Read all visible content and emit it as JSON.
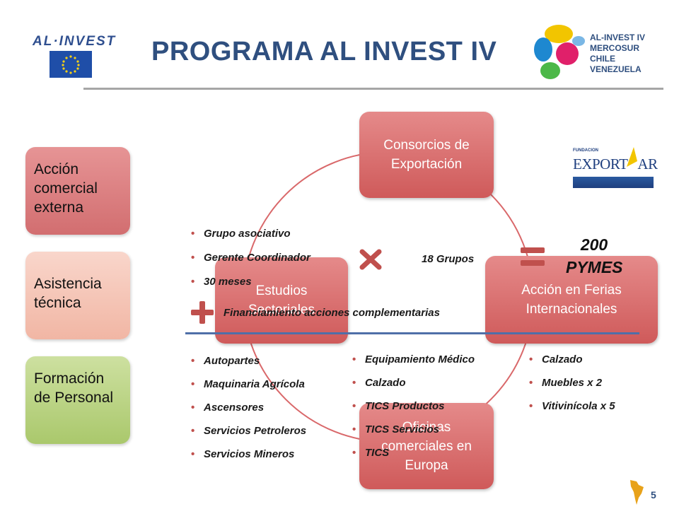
{
  "header": {
    "title": "PROGRAMA AL INVEST IV",
    "logo_left": "AL·INVEST",
    "logo_right_lines": [
      "AL-INVEST IV",
      "MERCOSUR",
      "CHILE",
      "VENEZUELA"
    ]
  },
  "sidebar": {
    "items": [
      {
        "label": "Acción comercial externa",
        "color": "#d9787a"
      },
      {
        "label": "Asistencia técnica",
        "color": "#f5c1b3"
      },
      {
        "label": "Formación de Personal",
        "color": "#b8d080"
      }
    ]
  },
  "cycle": {
    "nodes": [
      {
        "label": "Consorcios de Exportación"
      },
      {
        "label": "Acción en Ferias Internacionales"
      },
      {
        "label": "Oficinas comerciales en Europa"
      },
      {
        "label": "Estudios Sectoriales"
      }
    ]
  },
  "consortium_bullets": [
    "Grupo asociativo",
    "Gerente Coordinador",
    "30 meses"
  ],
  "groups_text": "18 Grupos",
  "pymes_text": "200 PYMES",
  "financing_text": "Financiamiento acciones complementarias",
  "sectors": {
    "col1": [
      "Autopartes",
      "Maquinaria Agrícola",
      "Ascensores",
      "Servicios Petroleros",
      "Servicios Mineros"
    ],
    "col2": [
      "Equipamiento Médico",
      "Calzado",
      "TICS Productos",
      "TICS Servicios",
      "TICS"
    ],
    "col3": [
      "Calzado",
      "Muebles x 2",
      "Vitivinícola x 5"
    ]
  },
  "exportar_logo": {
    "line1": "FUNDACION",
    "line2": "EXPORT",
    "line3": "AR"
  },
  "page_number": "5",
  "colors": {
    "title": "#2f4f7f",
    "node": "#d9686a",
    "plus": "#c0504d",
    "divider": "#4f6fa8"
  }
}
